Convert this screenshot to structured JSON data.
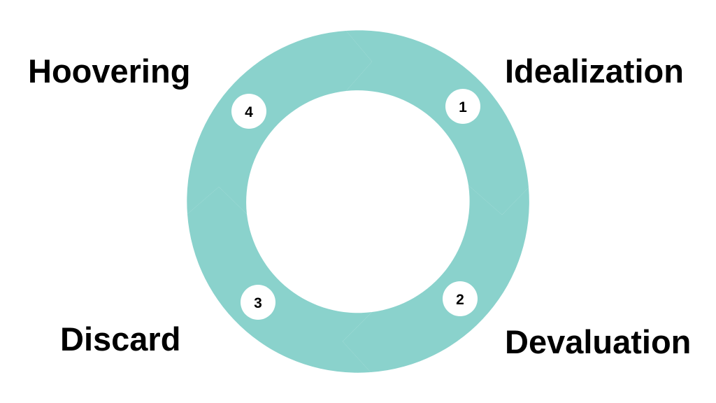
{
  "diagram": {
    "type": "cycle",
    "color": "#8ad2cc",
    "stages": [
      {
        "number": "1",
        "label": "Idealization"
      },
      {
        "number": "2",
        "label": "Devaluation"
      },
      {
        "number": "3",
        "label": "Discard"
      },
      {
        "number": "4",
        "label": "Hoovering"
      }
    ]
  }
}
